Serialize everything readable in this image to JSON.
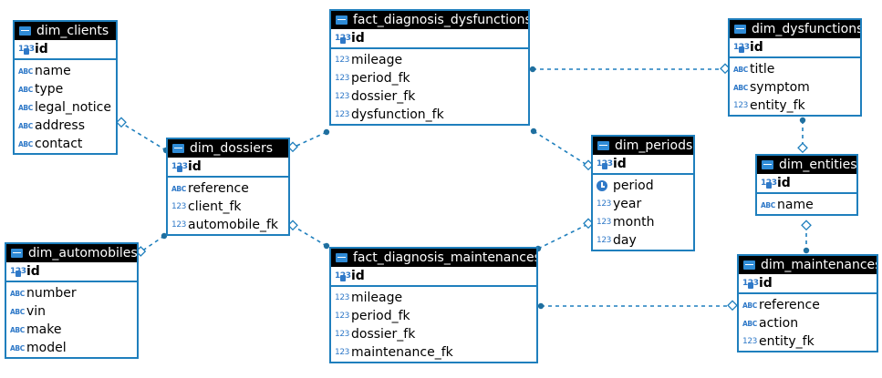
{
  "icons": {
    "number": "123",
    "text": "ABC",
    "date": "clock-icon",
    "table": "table-icon"
  },
  "colors": {
    "border": "#1f7fbd",
    "header_bg": "#000000",
    "header_text": "#ffffff",
    "connector": "#1f7fbd"
  },
  "entities": {
    "dim_clients": {
      "title": "dim_clients",
      "pk": "id",
      "columns": [
        {
          "name": "name",
          "type": "text"
        },
        {
          "name": "type",
          "type": "text"
        },
        {
          "name": "legal_notice",
          "type": "text"
        },
        {
          "name": "address",
          "type": "text"
        },
        {
          "name": "contact",
          "type": "text"
        }
      ]
    },
    "dim_dossiers": {
      "title": "dim_dossiers",
      "pk": "id",
      "columns": [
        {
          "name": "reference",
          "type": "text"
        },
        {
          "name": "client_fk",
          "type": "number"
        },
        {
          "name": "automobile_fk",
          "type": "number"
        }
      ]
    },
    "dim_automobiles": {
      "title": "dim_automobiles",
      "pk": "id",
      "columns": [
        {
          "name": "number",
          "type": "text"
        },
        {
          "name": "vin",
          "type": "text"
        },
        {
          "name": "make",
          "type": "text"
        },
        {
          "name": "model",
          "type": "text"
        }
      ]
    },
    "fact_diagnosis_dysfunctions": {
      "title": "fact_diagnosis_dysfunctions",
      "pk": "id",
      "columns": [
        {
          "name": "mileage",
          "type": "number"
        },
        {
          "name": "period_fk",
          "type": "number"
        },
        {
          "name": "dossier_fk",
          "type": "number"
        },
        {
          "name": "dysfunction_fk",
          "type": "number"
        }
      ]
    },
    "fact_diagnosis_maintenances": {
      "title": "fact_diagnosis_maintenances",
      "pk": "id",
      "columns": [
        {
          "name": "mileage",
          "type": "number"
        },
        {
          "name": "period_fk",
          "type": "number"
        },
        {
          "name": "dossier_fk",
          "type": "number"
        },
        {
          "name": "maintenance_fk",
          "type": "number"
        }
      ]
    },
    "dim_periods": {
      "title": "dim_periods",
      "pk": "id",
      "columns": [
        {
          "name": "period",
          "type": "date"
        },
        {
          "name": "year",
          "type": "number"
        },
        {
          "name": "month",
          "type": "number"
        },
        {
          "name": "day",
          "type": "number"
        }
      ]
    },
    "dim_dysfunctions": {
      "title": "dim_dysfunctions",
      "pk": "id",
      "columns": [
        {
          "name": "title",
          "type": "text"
        },
        {
          "name": "symptom",
          "type": "text"
        },
        {
          "name": "entity_fk",
          "type": "number"
        }
      ]
    },
    "dim_entities": {
      "title": "dim_entities",
      "pk": "id",
      "columns": [
        {
          "name": "name",
          "type": "text"
        }
      ]
    },
    "dim_maintenances": {
      "title": "dim_maintenances",
      "pk": "id",
      "columns": [
        {
          "name": "reference",
          "type": "text"
        },
        {
          "name": "action",
          "type": "text"
        },
        {
          "name": "entity_fk",
          "type": "number"
        }
      ]
    }
  },
  "relationships": [
    {
      "from": "dim_dossiers",
      "to": "dim_clients"
    },
    {
      "from": "dim_dossiers",
      "to": "dim_automobiles"
    },
    {
      "from": "fact_diagnosis_dysfunctions",
      "to": "dim_dossiers"
    },
    {
      "from": "fact_diagnosis_maintenances",
      "to": "dim_dossiers"
    },
    {
      "from": "fact_diagnosis_dysfunctions",
      "to": "dim_periods"
    },
    {
      "from": "fact_diagnosis_maintenances",
      "to": "dim_periods"
    },
    {
      "from": "fact_diagnosis_dysfunctions",
      "to": "dim_dysfunctions"
    },
    {
      "from": "dim_dysfunctions",
      "to": "dim_entities"
    },
    {
      "from": "dim_maintenances",
      "to": "dim_entities"
    },
    {
      "from": "fact_diagnosis_maintenances",
      "to": "dim_maintenances"
    }
  ]
}
